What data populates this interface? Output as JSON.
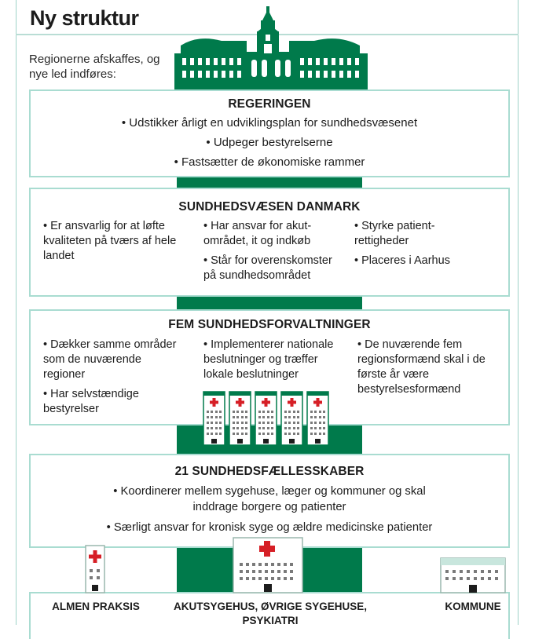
{
  "title": "Ny struktur",
  "intro": "Regionerne afskaffes, og nye led indføres:",
  "regeringen": {
    "heading": "REGERINGEN",
    "items": [
      "• Udstikker årligt en udviklingsplan for sundhedsvæsenet",
      "• Udpeger bestyrelserne",
      "• Fastsætter de økonomiske rammer"
    ]
  },
  "sundhedsvaesen": {
    "heading": "SUNDHEDSVÆSEN DANMARK",
    "col1": [
      "• Er ansvarlig for at løfte kvaliteten på tværs af hele landet"
    ],
    "col2": [
      "• Har ansvar for akut-området, it og indkøb",
      "• Står for overenskomster på sundhedsområdet"
    ],
    "col3": [
      "• Styrke patient-rettigheder",
      "• Placeres i Aarhus"
    ]
  },
  "forvaltninger": {
    "heading": "FEM SUNDHEDSFORVALTNINGER",
    "col1": [
      "• Dækker samme områder som de nuværende regioner",
      "• Har selvstændige bestyrelser"
    ],
    "col2": [
      "• Implementerer nationale beslutninger og træffer lokale beslutninger"
    ],
    "col3": [
      "• De nuværende fem regionsformænd skal i de første år være bestyrelsesformænd"
    ]
  },
  "faellesskaber": {
    "heading": "21 SUNDHEDSFÆLLESSKABER",
    "items": [
      "• Koordinerer mellem sygehuse, læger og kommuner og skal inddrage borgere og patienter",
      "• Særligt ansvar for kronisk syge og ældre medicinske patienter"
    ]
  },
  "bottom": {
    "almen": "ALMEN PRAKSIS",
    "akut_line1": "AKUTSYGEHUS, ØVRIGE SYGEHUSE,",
    "akut_line2": "PSYKIATRI",
    "kommune": "KOMMUNE"
  },
  "colors": {
    "green": "#007a4b",
    "mint": "#a9dcd1",
    "red": "#d61f26"
  }
}
